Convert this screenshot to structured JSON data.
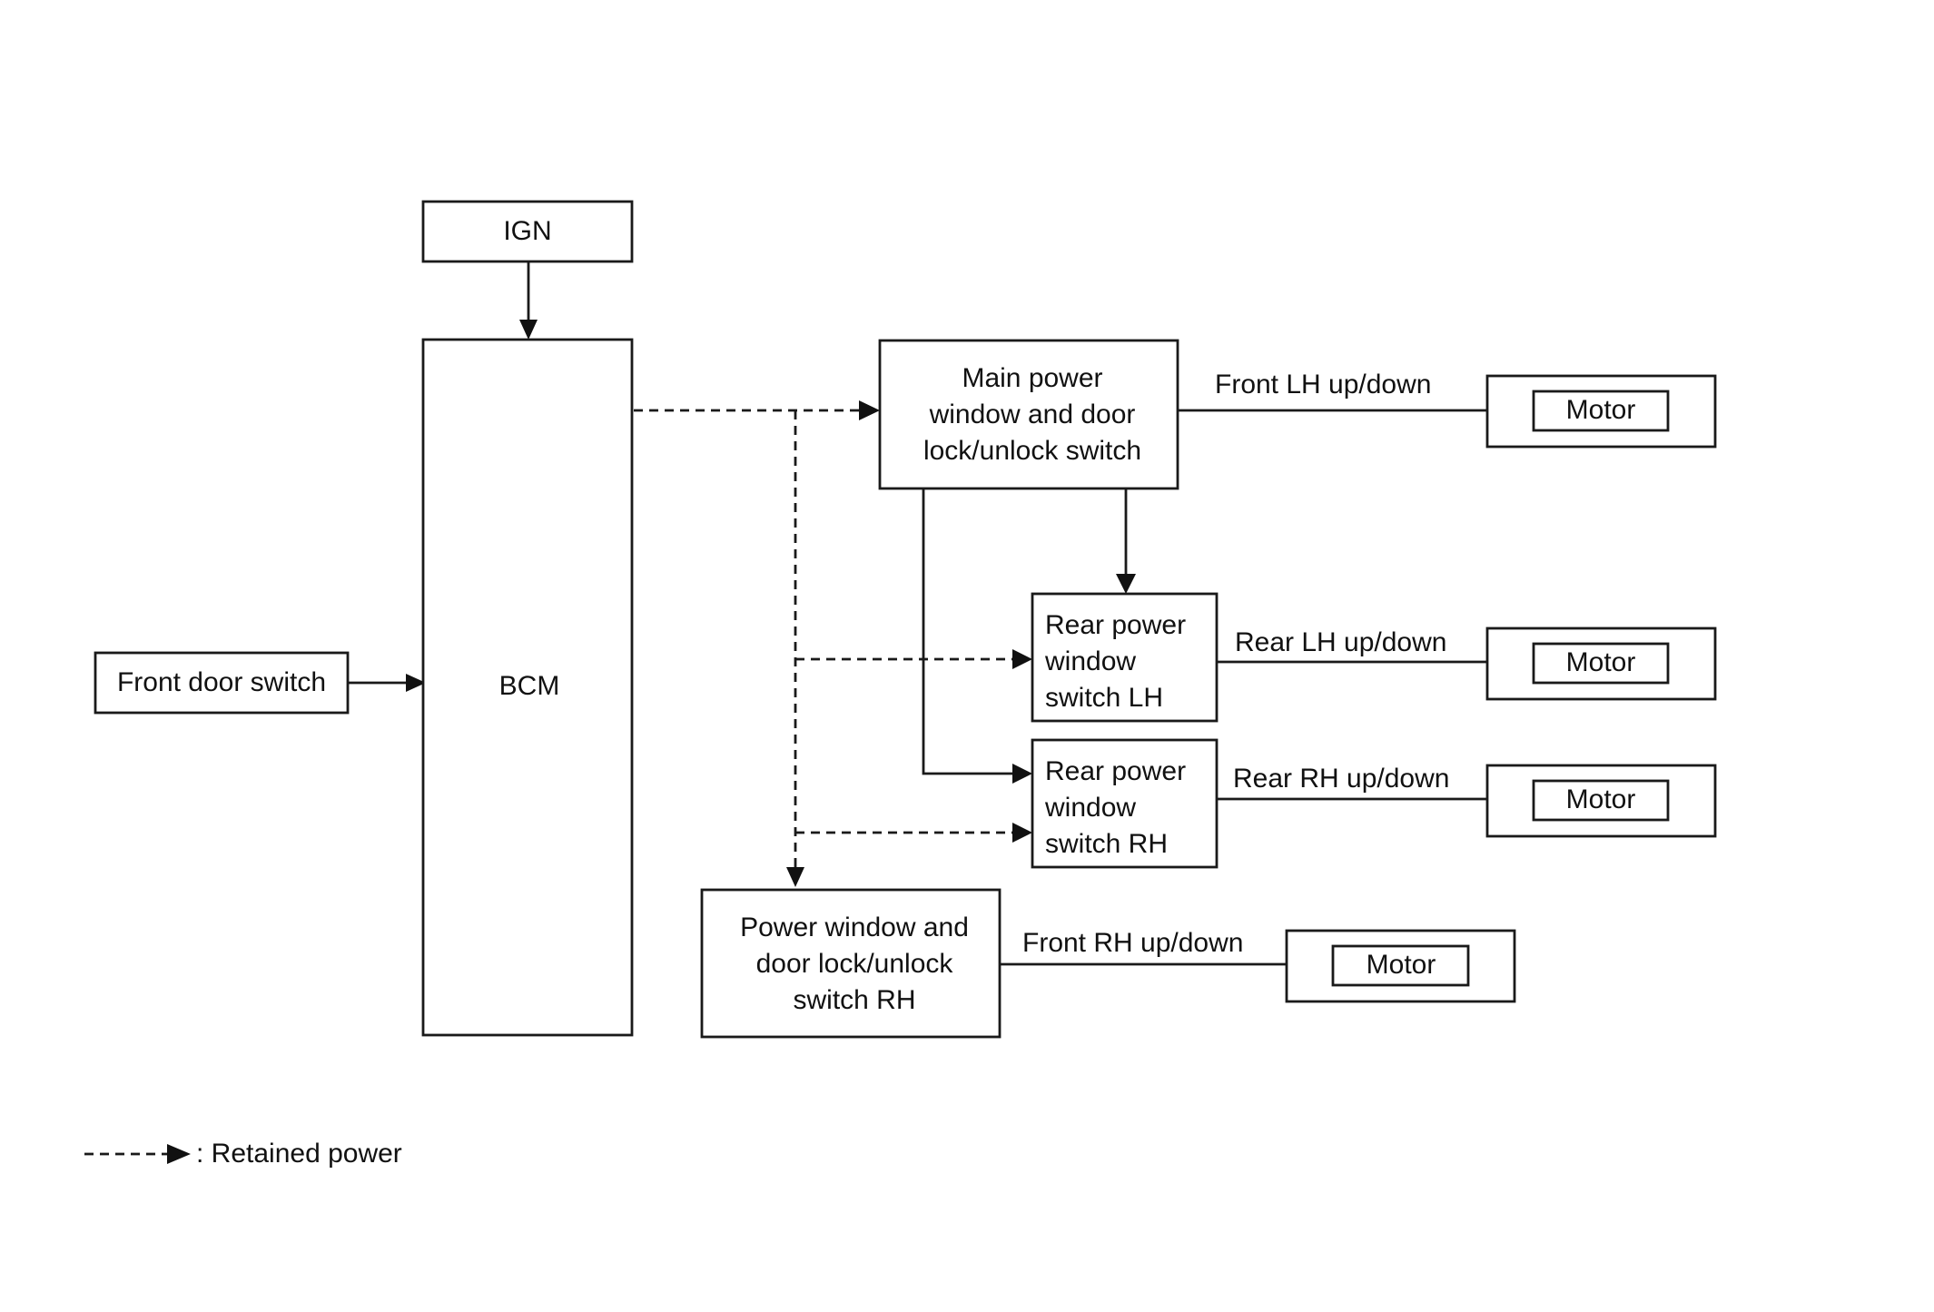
{
  "nodes": {
    "ign": "IGN",
    "bcm": "BCM",
    "front_door_switch": "Front door switch",
    "main_switch": [
      "Main power",
      "window and door",
      "lock/unlock switch"
    ],
    "rear_lh_switch": [
      "Rear power",
      "window",
      "switch LH"
    ],
    "rear_rh_switch": [
      "Rear power",
      "window",
      "switch RH"
    ],
    "front_rh_switch": [
      "Power window and",
      "door lock/unlock",
      "switch RH"
    ],
    "motor_front_lh": "Motor",
    "motor_rear_lh": "Motor",
    "motor_rear_rh": "Motor",
    "motor_front_rh": "Motor"
  },
  "edge_labels": {
    "front_lh": "Front LH up/down",
    "rear_lh": "Rear LH up/down",
    "rear_rh": "Rear RH up/down",
    "front_rh": "Front RH up/down"
  },
  "legend": {
    "retained_power": ": Retained power"
  }
}
